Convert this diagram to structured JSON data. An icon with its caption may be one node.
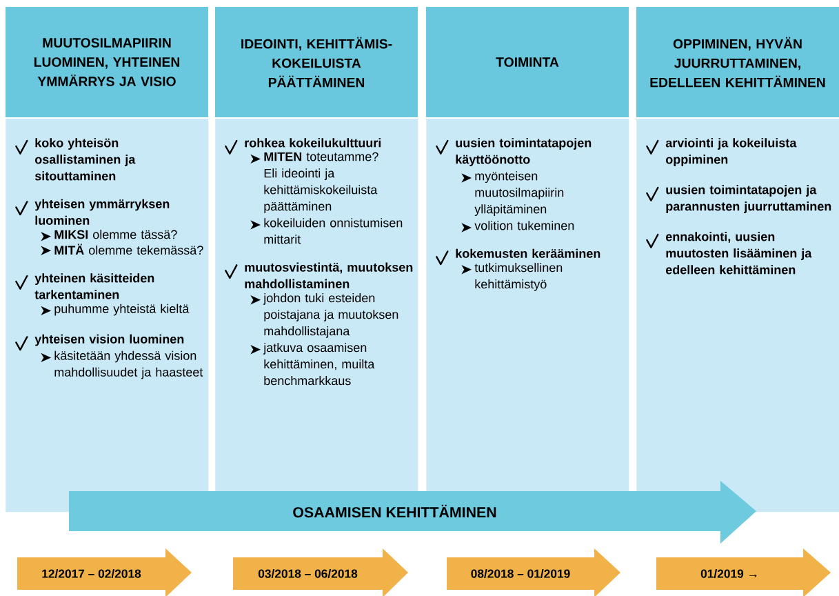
{
  "diagram": {
    "nodes": [
      {
        "text": [
          "MUUTOSILMAPIIRIN LUOMINEN, YHTEINEN YMMÄRRYS JA VISIO"
        ]
      },
      {
        "text": [
          "IDEOINTI, KEHITTÄMIS-KOKEILUISTA PÄÄTTÄMINEN"
        ]
      },
      {
        "text": [
          "TOIMINTA"
        ]
      },
      {
        "text": [
          "OPPIMINEN, HYVÄN JUURRUTTAMINEN, EDELLEEN KEHITTÄMINEN"
        ]
      },
      {
        "text": [
          "koko yhteisön osallistaminen ja sitouttaminen",
          "yhteisen ymmärryksen luominen",
          "**MIKSI** olemme tässä?",
          "**MITÄ** olemme tekemässä?",
          "yhteinen käsitteiden tarkentaminen",
          "puhumme yhteistä kieltä",
          "yhteisen vision luominen",
          "käsitetään yhdessä vision mahdollisuudet ja haasteet"
        ]
      },
      {
        "text": [
          "rohkea kokeilukulttuuri",
          "**MITEN** toteutamme? Eli ideointi ja kehittämiskokeiluista päättäminen",
          "kokeiluiden onnistumisen mittarit",
          "muutosviestintä, muutoksen mahdollistaminen",
          "johdon tuki esteiden poistajana ja muutoksen mahdollistajana",
          "jatkuva osaamisen kehittäminen, muilta benchmarkkaus"
        ]
      },
      {
        "text": [
          "uusien toimintatapojen käyttöönotto",
          "myönteisen muutosilmapiirin ylläpitäminen",
          "volition tukeminen",
          "kokemusten kerääminen",
          "tutkimuksellinen kehittämistyö"
        ]
      },
      {
        "text": [
          "arviointi ja kokeiluista oppiminen",
          "uusien toimintatapojen ja parannusten juurruttaminen",
          "ennakointi, uusien muutosten lisääminen ja edelleen kehittäminen"
        ]
      },
      {
        "text": [
          "OSAAMISEN KEHITTÄMINEN"
        ]
      },
      {
        "text": [
          "12/2017 – 02/2018"
        ]
      },
      {
        "text": [
          "03/2018 – 06/2018"
        ]
      },
      {
        "text": [
          "08/2018 – 01/2019"
        ]
      },
      {
        "text": [
          "01/2019 →"
        ]
      }
    ]
  }
}
